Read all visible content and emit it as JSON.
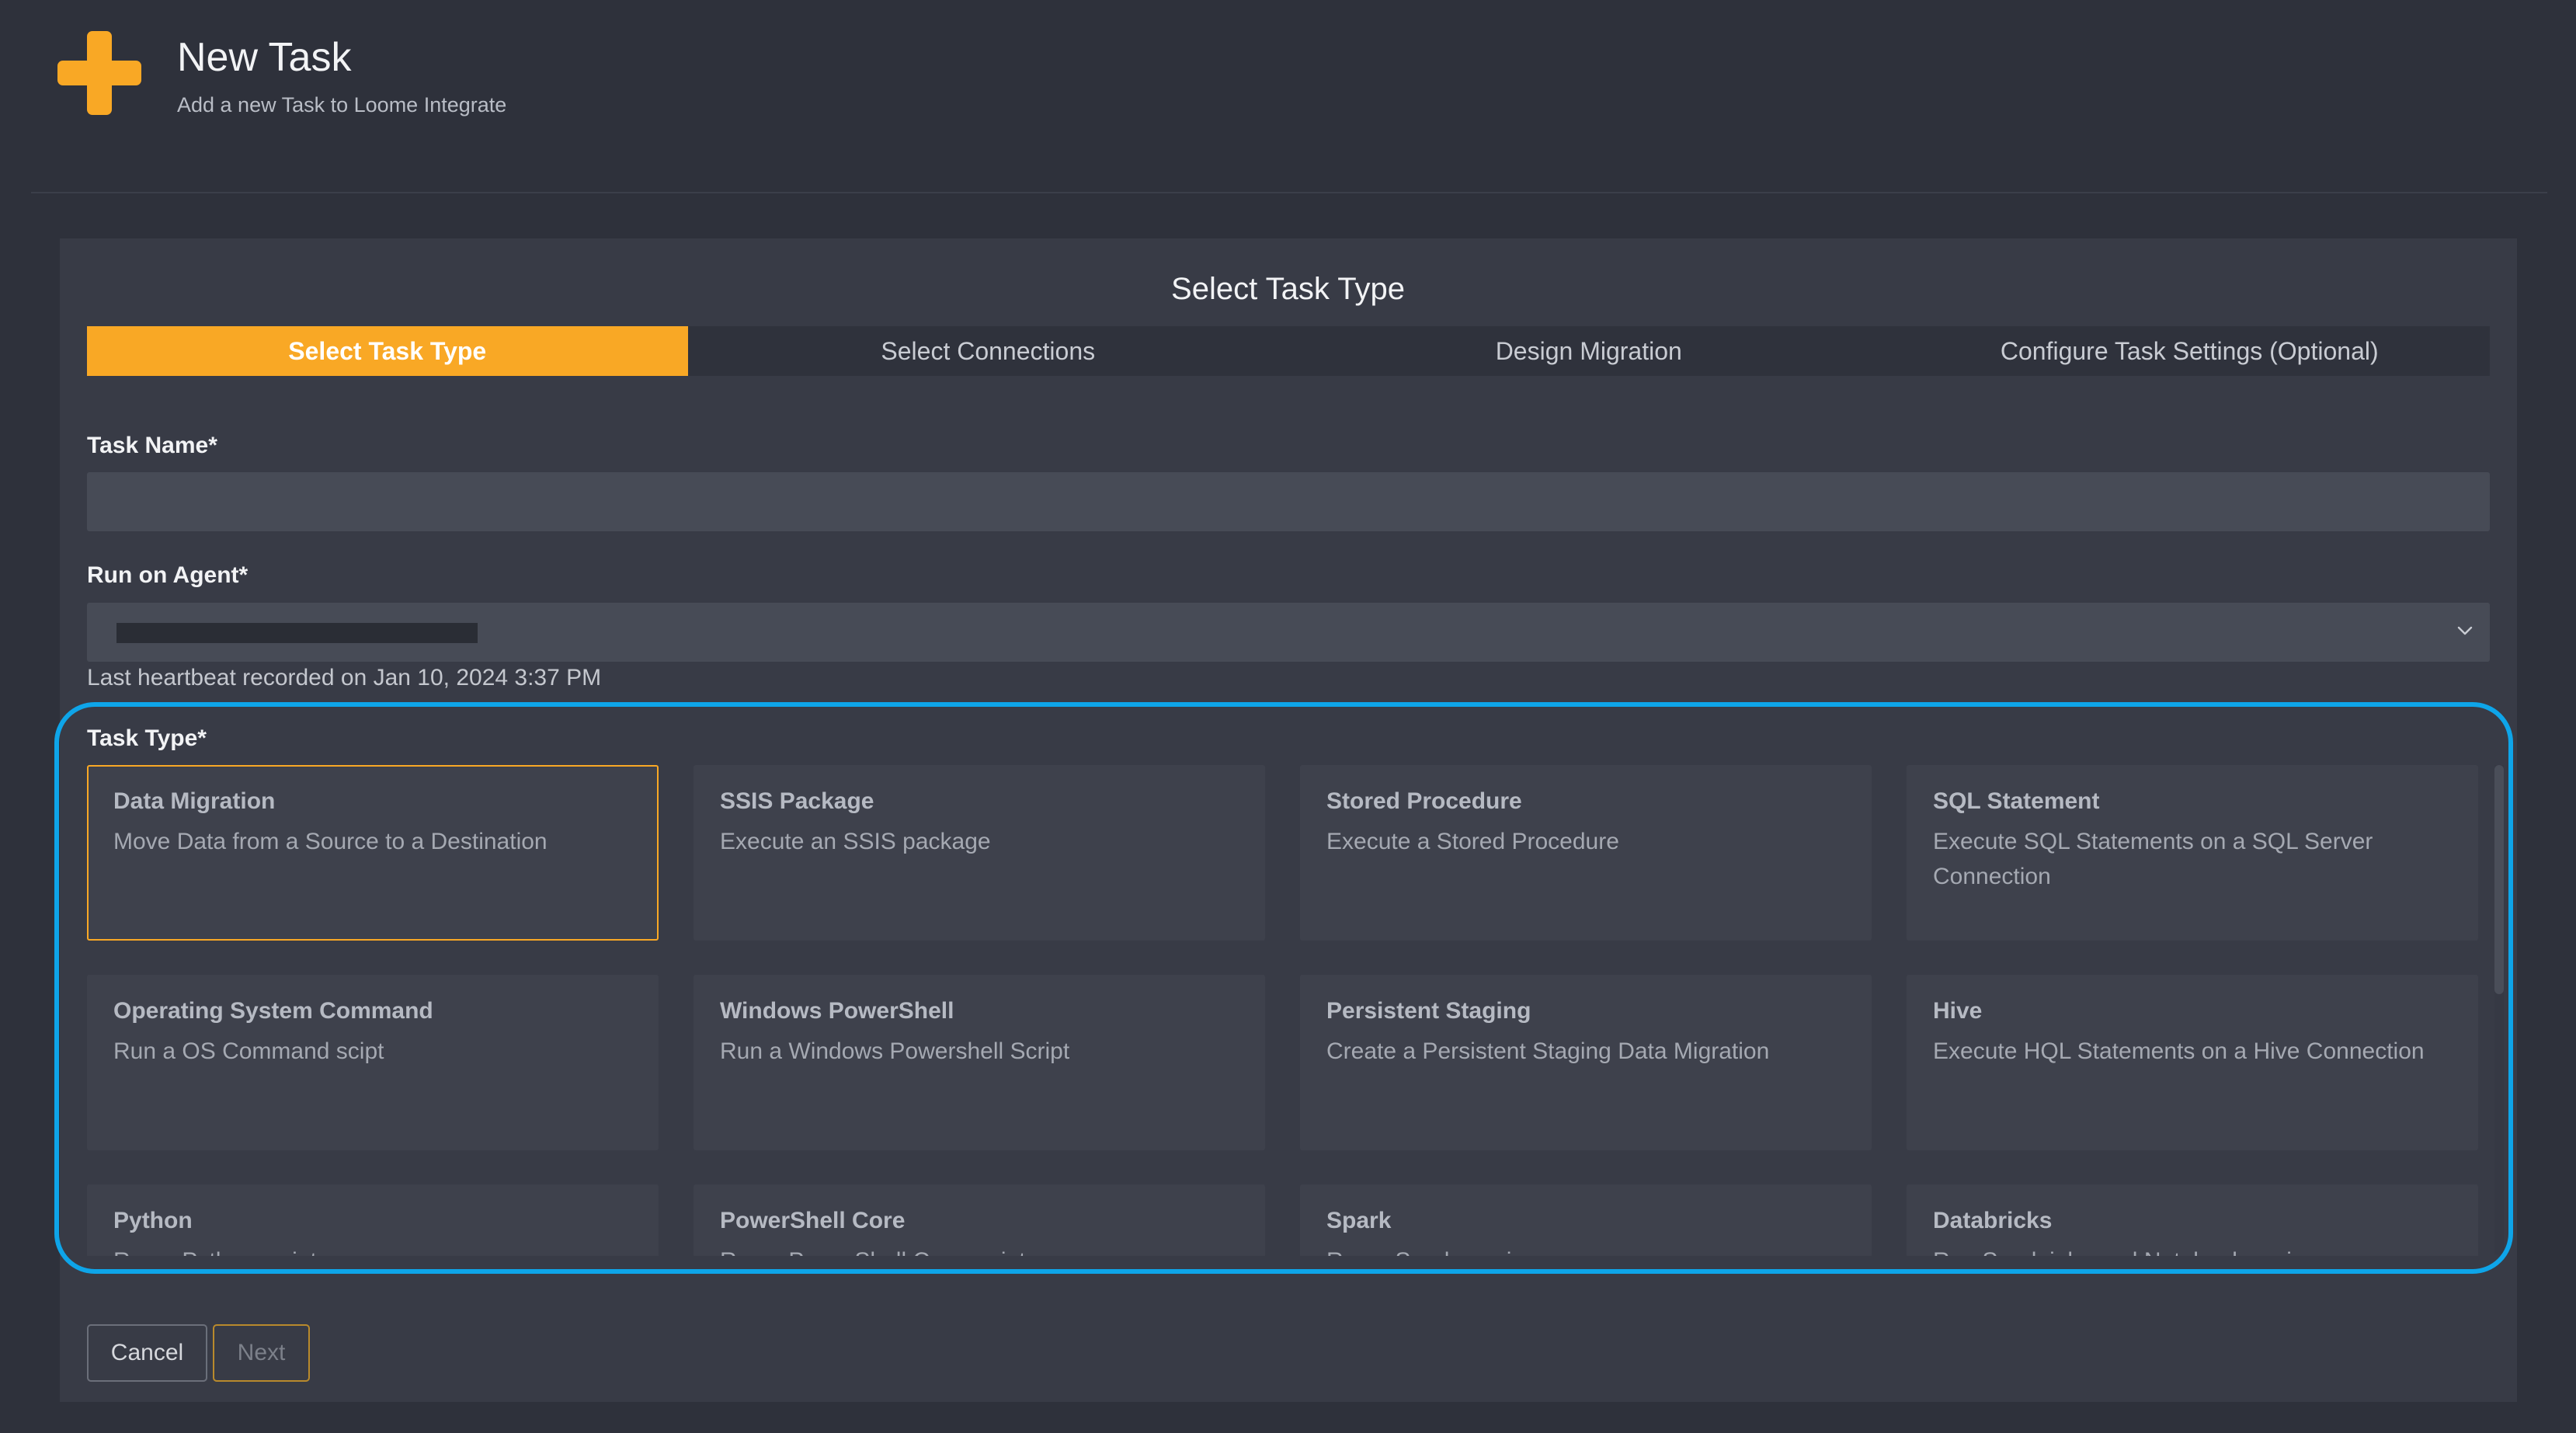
{
  "header": {
    "title": "New Task",
    "subtitle": "Add a new Task to Loome Integrate",
    "icon": "plus-icon",
    "accent_color": "#f9a825"
  },
  "wizard": {
    "title": "Select Task Type",
    "steps": [
      {
        "label": "Select Task Type",
        "active": true
      },
      {
        "label": "Select Connections",
        "active": false
      },
      {
        "label": "Design Migration",
        "active": false
      },
      {
        "label": "Configure Task Settings (Optional)",
        "active": false
      }
    ]
  },
  "form": {
    "task_name": {
      "label": "Task Name*",
      "value": "",
      "placeholder": ""
    },
    "run_on_agent": {
      "label": "Run on Agent*",
      "selected": "",
      "icon": "chevron-down-icon"
    },
    "heartbeat": "Last heartbeat recorded on Jan 10, 2024 3:37 PM",
    "task_type": {
      "label": "Task Type*",
      "highlight_color": "#0ea5e9",
      "options": [
        {
          "title": "Data Migration",
          "description": "Move Data from a Source to a Destination",
          "selected": true
        },
        {
          "title": "SSIS Package",
          "description": "Execute an SSIS package",
          "selected": false
        },
        {
          "title": "Stored Procedure",
          "description": "Execute a Stored Procedure",
          "selected": false
        },
        {
          "title": "SQL Statement",
          "description": "Execute SQL Statements on a SQL Server Connection",
          "selected": false
        },
        {
          "title": "Operating System Command",
          "description": "Run a OS Command scipt",
          "selected": false
        },
        {
          "title": "Windows PowerShell",
          "description": "Run a Windows Powershell Script",
          "selected": false
        },
        {
          "title": "Persistent Staging",
          "description": "Create a Persistent Staging Data Migration",
          "selected": false
        },
        {
          "title": "Hive",
          "description": "Execute HQL Statements on a Hive Connection",
          "selected": false
        },
        {
          "title": "Python",
          "description": "Run a Python script",
          "selected": false
        },
        {
          "title": "PowerShell Core",
          "description": "Run a PowerShell Core script",
          "selected": false
        },
        {
          "title": "Spark",
          "description": "Run a Spark service",
          "selected": false
        },
        {
          "title": "Databricks",
          "description": "Run Spark jobs and Notebooks using",
          "selected": false
        }
      ]
    }
  },
  "actions": {
    "cancel_label": "Cancel",
    "next_label": "Next"
  }
}
